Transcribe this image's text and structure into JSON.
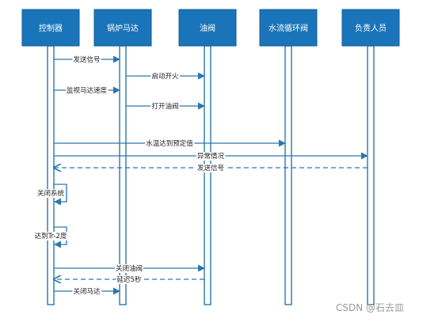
{
  "participants": [
    {
      "id": "controller",
      "label": "控制器"
    },
    {
      "id": "boiler",
      "label": "锅炉马达"
    },
    {
      "id": "valve",
      "label": "油阀"
    },
    {
      "id": "pump",
      "label": "水流循环阀"
    },
    {
      "id": "operator",
      "label": "负责人员"
    }
  ],
  "messages": [
    {
      "from": "controller",
      "to": "boiler",
      "label": "发送信号",
      "style": "solid"
    },
    {
      "from": "boiler",
      "to": "valve",
      "label": "启动开火",
      "style": "solid"
    },
    {
      "from": "controller",
      "to": "boiler",
      "label": "监视马达速度",
      "style": "solid"
    },
    {
      "from": "boiler",
      "to": "valve",
      "label": "打开油阀",
      "style": "solid"
    },
    {
      "from": "controller",
      "to": "pump",
      "label": "水温达到预定值",
      "style": "solid"
    },
    {
      "from": "controller",
      "to": "operator",
      "label": "异常情况",
      "style": "solid"
    },
    {
      "from": "operator",
      "to": "controller",
      "label": "发送信号",
      "style": "dashed"
    },
    {
      "from": "controller",
      "to": "controller",
      "label": "关闭系统",
      "style": "self"
    },
    {
      "from": "controller",
      "to": "controller",
      "label": "达到Tr-2度",
      "style": "self"
    },
    {
      "from": "controller",
      "to": "valve",
      "label": "关闭油阀",
      "style": "solid"
    },
    {
      "from": "valve",
      "to": "controller",
      "label": "延迟5秒",
      "style": "dashed"
    },
    {
      "from": "controller",
      "to": "boiler",
      "label": "关闭马达",
      "style": "solid"
    }
  ],
  "colors": {
    "header_fill": "#1a74b9",
    "header_text": "#ffffff",
    "line": "#2a77ae",
    "activation_fill": "#ffffff",
    "label_text": "#222222"
  },
  "watermark": "CSDN @石去皿"
}
